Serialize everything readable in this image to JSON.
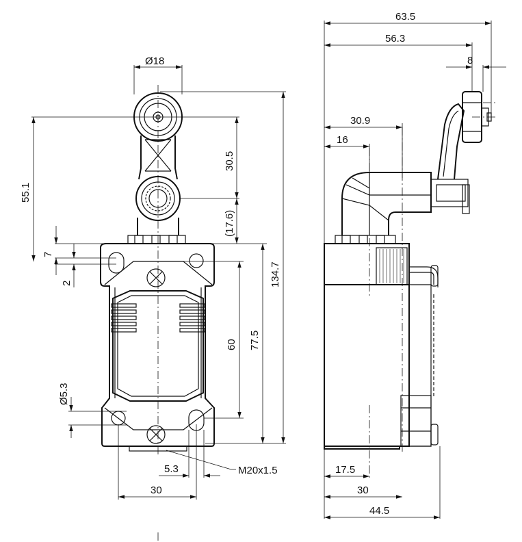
{
  "front_view": {
    "dim_roller_diameter": "Ø18",
    "dim_lever_height": "55.1",
    "dim_lever_arm": "30.5",
    "dim_pivot_offset": "(17.6)",
    "dim_flange_height": "7",
    "dim_flange_offset": "2",
    "dim_total_height": "134.7",
    "dim_body_height": "77.5",
    "dim_hole_spacing_vertical": "60",
    "dim_hole_diameter": "Ø5.3",
    "dim_slot_width": "5.3",
    "dim_hole_spacing_horizontal": "30",
    "thread_label": "M20x1.5"
  },
  "side_view": {
    "dim_overall_width": "63.5",
    "dim_roller_axis": "56.3",
    "dim_roller_width": "8",
    "dim_lever_pivot": "30.9",
    "dim_head_offset": "16",
    "dim_cable_entry": "17.5",
    "dim_body_depth_inner": "30",
    "dim_body_depth": "44.5"
  }
}
